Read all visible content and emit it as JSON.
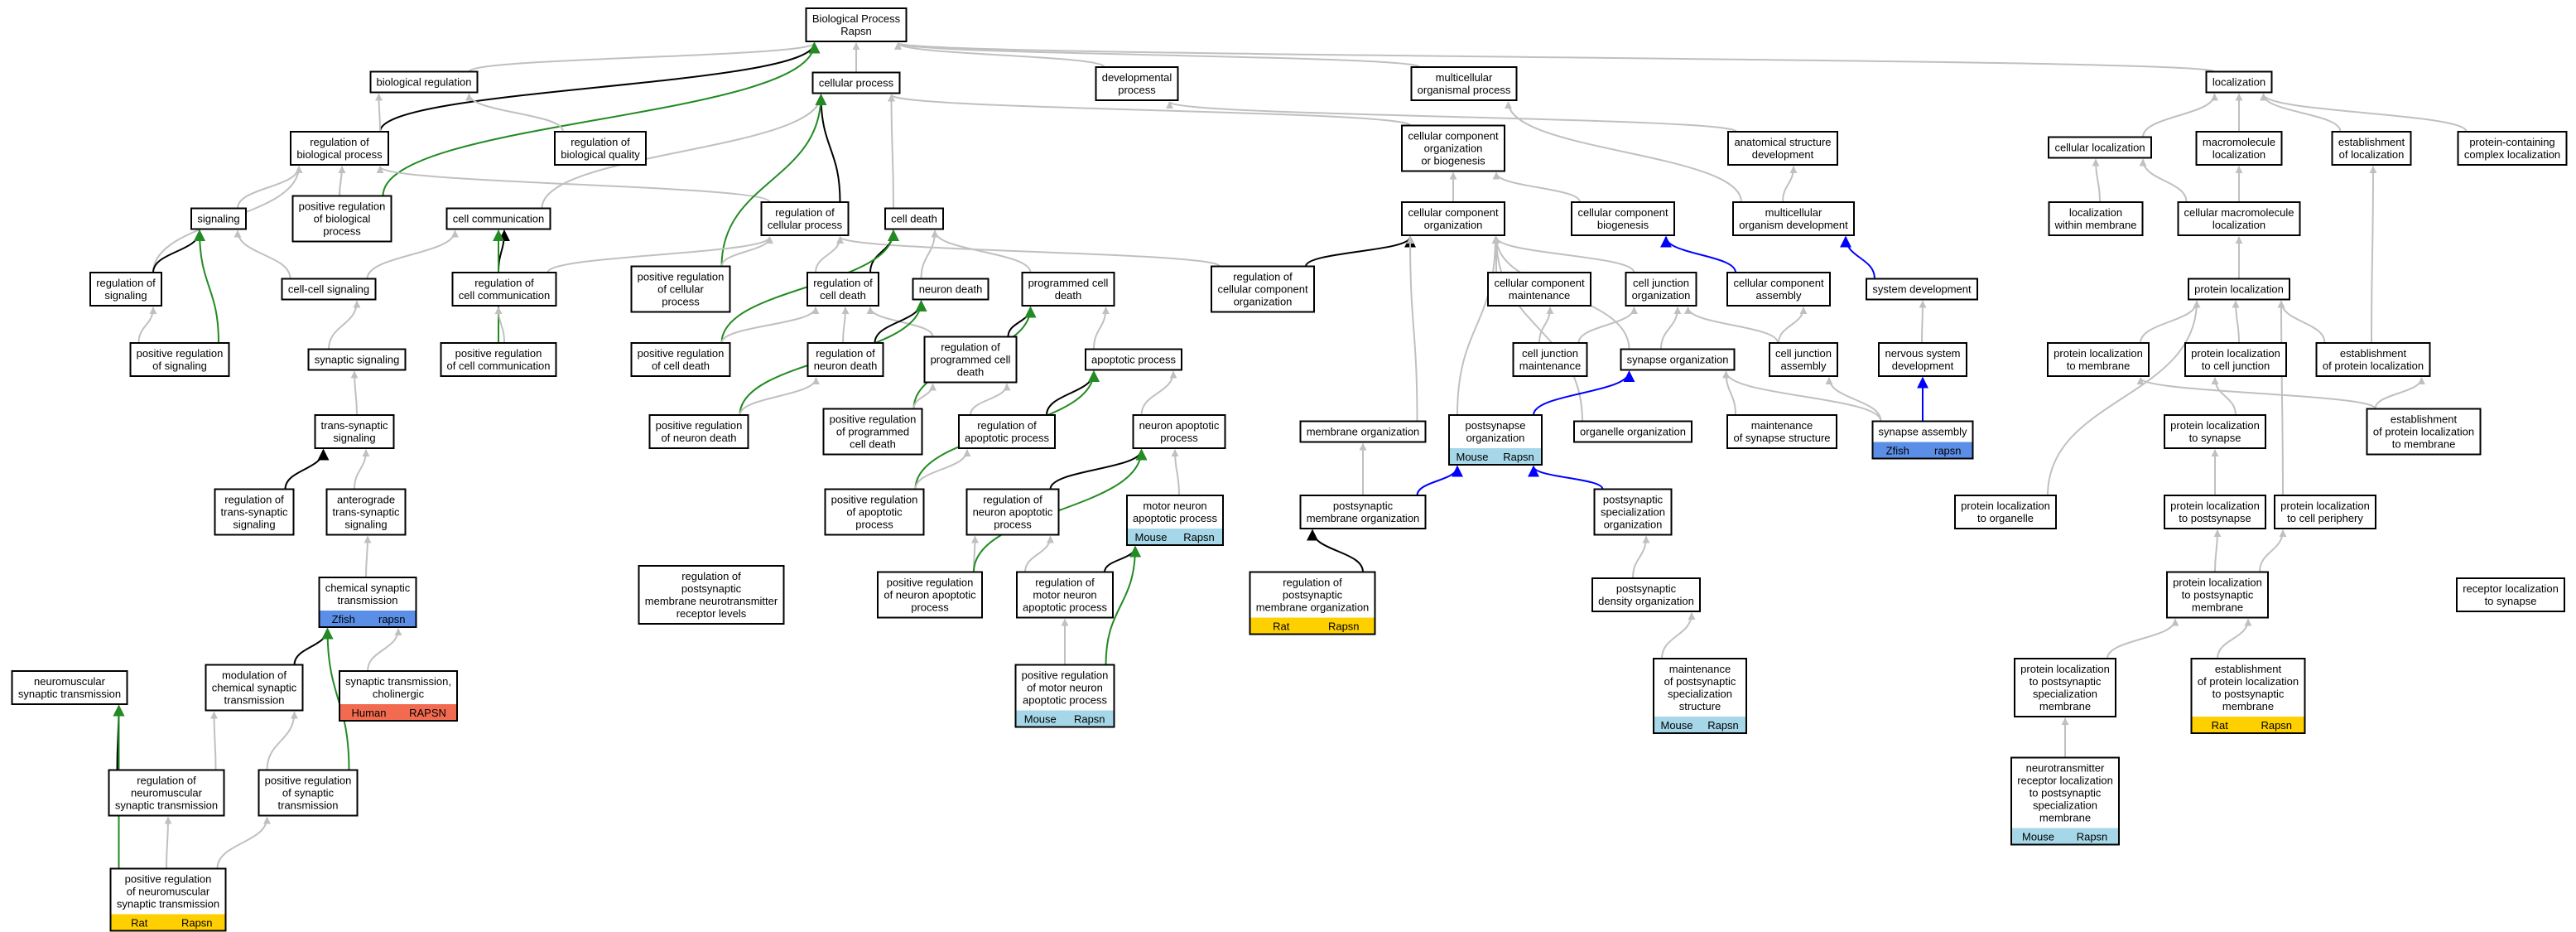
{
  "colors": {
    "grey": "#c0c0c0",
    "black": "#000000",
    "green": "#228b22",
    "blue": "#0000ff",
    "Zfish": "#5b8ee6",
    "Human": "#f26b50",
    "Rat": "#ffd000",
    "Mouse": "#a6d7e8"
  },
  "nodes": [
    {
      "id": "bp",
      "lines": [
        "Biological Process",
        "Rapsn"
      ]
    },
    {
      "id": "biological_regulation",
      "lines": [
        "biological regulation"
      ]
    },
    {
      "id": "cellular_process",
      "lines": [
        "cellular process"
      ]
    },
    {
      "id": "developmental_process",
      "lines": [
        "developmental",
        "process"
      ]
    },
    {
      "id": "multicellular_organismal_process",
      "lines": [
        "multicellular",
        "organismal process"
      ]
    },
    {
      "id": "localization",
      "lines": [
        "localization"
      ]
    },
    {
      "id": "regulation_of_biological_process",
      "lines": [
        "regulation of",
        "biological process"
      ]
    },
    {
      "id": "regulation_of_biological_quality",
      "lines": [
        "regulation of",
        "biological quality"
      ]
    },
    {
      "id": "cellular_component_organization_or_biogenesis",
      "lines": [
        "cellular component",
        "organization",
        "or biogenesis"
      ]
    },
    {
      "id": "anatomical_structure_development",
      "lines": [
        "anatomical structure",
        "development"
      ]
    },
    {
      "id": "cellular_localization",
      "lines": [
        "cellular localization"
      ]
    },
    {
      "id": "macromolecule_localization",
      "lines": [
        "macromolecule",
        "localization"
      ]
    },
    {
      "id": "establishment_of_localization",
      "lines": [
        "establishment",
        "of localization"
      ]
    },
    {
      "id": "protein_containing_complex_localization",
      "lines": [
        "protein-containing",
        "complex localization"
      ]
    },
    {
      "id": "signaling",
      "lines": [
        "signaling"
      ]
    },
    {
      "id": "positive_regulation_of_biological_process",
      "lines": [
        "positive regulation",
        "of biological",
        "process"
      ]
    },
    {
      "id": "cell_communication",
      "lines": [
        "cell communication"
      ]
    },
    {
      "id": "regulation_of_cellular_process",
      "lines": [
        "regulation of",
        "cellular process"
      ]
    },
    {
      "id": "cell_death",
      "lines": [
        "cell death"
      ]
    },
    {
      "id": "cellular_component_organization",
      "lines": [
        "cellular component",
        "organization"
      ]
    },
    {
      "id": "cellular_component_biogenesis",
      "lines": [
        "cellular component",
        "biogenesis"
      ]
    },
    {
      "id": "multicellular_organism_development",
      "lines": [
        "multicellular",
        "organism development"
      ]
    },
    {
      "id": "localization_within_membrane",
      "lines": [
        "localization",
        "within membrane"
      ]
    },
    {
      "id": "cellular_macromolecule_localization",
      "lines": [
        "cellular macromolecule",
        "localization"
      ]
    },
    {
      "id": "regulation_of_signaling",
      "lines": [
        "regulation of",
        "signaling"
      ]
    },
    {
      "id": "cell_cell_signaling",
      "lines": [
        "cell-cell signaling"
      ]
    },
    {
      "id": "regulation_of_cell_communication",
      "lines": [
        "regulation of",
        "cell communication"
      ]
    },
    {
      "id": "positive_regulation_of_cellular_process",
      "lines": [
        "positive regulation",
        "of cellular",
        "process"
      ]
    },
    {
      "id": "regulation_of_cell_death",
      "lines": [
        "regulation of",
        "cell death"
      ]
    },
    {
      "id": "neuron_death",
      "lines": [
        "neuron death"
      ]
    },
    {
      "id": "programmed_cell_death",
      "lines": [
        "programmed cell",
        "death"
      ]
    },
    {
      "id": "regulation_of_cellular_component_organization",
      "lines": [
        "regulation of",
        "cellular component",
        "organization"
      ]
    },
    {
      "id": "cellular_component_maintenance",
      "lines": [
        "cellular component",
        "maintenance"
      ]
    },
    {
      "id": "cell_junction_organization",
      "lines": [
        "cell junction",
        "organization"
      ]
    },
    {
      "id": "cellular_component_assembly",
      "lines": [
        "cellular component",
        "assembly"
      ]
    },
    {
      "id": "system_development",
      "lines": [
        "system development"
      ]
    },
    {
      "id": "protein_localization",
      "lines": [
        "protein localization"
      ]
    },
    {
      "id": "positive_regulation_of_signaling",
      "lines": [
        "positive regulation",
        "of signaling"
      ]
    },
    {
      "id": "synaptic_signaling",
      "lines": [
        "synaptic signaling"
      ]
    },
    {
      "id": "positive_regulation_of_cell_communication",
      "lines": [
        "positive regulation",
        "of cell communication"
      ]
    },
    {
      "id": "positive_regulation_of_cell_death",
      "lines": [
        "positive regulation",
        "of cell death"
      ]
    },
    {
      "id": "regulation_of_neuron_death",
      "lines": [
        "regulation of",
        "neuron death"
      ]
    },
    {
      "id": "regulation_of_programmed_cell_death",
      "lines": [
        "regulation of",
        "programmed cell",
        "death"
      ]
    },
    {
      "id": "apoptotic_process",
      "lines": [
        "apoptotic process"
      ]
    },
    {
      "id": "cell_junction_maintenance",
      "lines": [
        "cell junction",
        "maintenance"
      ]
    },
    {
      "id": "synapse_organization",
      "lines": [
        "synapse organization"
      ]
    },
    {
      "id": "cell_junction_assembly",
      "lines": [
        "cell junction",
        "assembly"
      ]
    },
    {
      "id": "nervous_system_development",
      "lines": [
        "nervous system",
        "development"
      ]
    },
    {
      "id": "protein_localization_to_membrane",
      "lines": [
        "protein localization",
        "to membrane"
      ]
    },
    {
      "id": "protein_localization_to_cell_junction",
      "lines": [
        "protein localization",
        "to cell junction"
      ]
    },
    {
      "id": "establishment_of_protein_localization",
      "lines": [
        "establishment",
        "of protein localization"
      ]
    },
    {
      "id": "trans_synaptic_signaling",
      "lines": [
        "trans-synaptic",
        "signaling"
      ]
    },
    {
      "id": "positive_regulation_of_neuron_death",
      "lines": [
        "positive regulation",
        "of neuron death"
      ]
    },
    {
      "id": "positive_regulation_of_programmed_cell_death",
      "lines": [
        "positive regulation",
        "of programmed",
        "cell death"
      ]
    },
    {
      "id": "regulation_of_apoptotic_process",
      "lines": [
        "regulation of",
        "apoptotic process"
      ]
    },
    {
      "id": "neuron_apoptotic_process",
      "lines": [
        "neuron apoptotic",
        "process"
      ]
    },
    {
      "id": "membrane_organization",
      "lines": [
        "membrane organization"
      ]
    },
    {
      "id": "postsynapse_organization",
      "lines": [
        "postsynapse",
        "organization"
      ],
      "tags": [
        "Mouse",
        "Rapsn"
      ]
    },
    {
      "id": "organelle_organization",
      "lines": [
        "organelle organization"
      ]
    },
    {
      "id": "maintenance_of_synapse_structure",
      "lines": [
        "maintenance",
        "of synapse structure"
      ]
    },
    {
      "id": "synapse_assembly",
      "lines": [
        "synapse assembly"
      ],
      "tags": [
        "Zfish",
        "rapsn"
      ]
    },
    {
      "id": "protein_localization_to_synapse",
      "lines": [
        "protein localization",
        "to synapse"
      ]
    },
    {
      "id": "establishment_of_protein_localization_to_membrane",
      "lines": [
        "establishment",
        "of protein localization",
        "to membrane"
      ]
    },
    {
      "id": "regulation_of_trans_synaptic_signaling",
      "lines": [
        "regulation of",
        "trans-synaptic",
        "signaling"
      ]
    },
    {
      "id": "anterograde_trans_synaptic_signaling",
      "lines": [
        "anterograde",
        "trans-synaptic",
        "signaling"
      ]
    },
    {
      "id": "positive_regulation_of_apoptotic_process",
      "lines": [
        "positive regulation",
        "of apoptotic",
        "process"
      ]
    },
    {
      "id": "regulation_of_neuron_apoptotic_process",
      "lines": [
        "regulation of",
        "neuron apoptotic",
        "process"
      ]
    },
    {
      "id": "motor_neuron_apoptotic_process",
      "lines": [
        "motor neuron",
        "apoptotic process"
      ],
      "tags": [
        "Mouse",
        "Rapsn"
      ]
    },
    {
      "id": "postsynaptic_membrane_organization",
      "lines": [
        "postsynaptic",
        "membrane organization"
      ]
    },
    {
      "id": "postsynaptic_specialization_organization",
      "lines": [
        "postsynaptic",
        "specialization",
        "organization"
      ]
    },
    {
      "id": "protein_localization_to_organelle",
      "lines": [
        "protein localization",
        "to organelle"
      ]
    },
    {
      "id": "protein_localization_to_postsynapse",
      "lines": [
        "protein localization",
        "to postsynapse"
      ]
    },
    {
      "id": "protein_localization_to_cell_periphery",
      "lines": [
        "protein localization",
        "to cell periphery"
      ]
    },
    {
      "id": "chemical_synaptic_transmission",
      "lines": [
        "chemical synaptic",
        "transmission"
      ],
      "tags": [
        "Zfish",
        "rapsn"
      ]
    },
    {
      "id": "regulation_of_postsynaptic_membrane_neurotransmitter_receptor_levels",
      "lines": [
        "regulation of",
        "postsynaptic",
        "membrane neurotransmitter",
        "receptor levels"
      ]
    },
    {
      "id": "positive_regulation_of_neuron_apoptotic_process",
      "lines": [
        "positive regulation",
        "of neuron apoptotic",
        "process"
      ]
    },
    {
      "id": "regulation_of_motor_neuron_apoptotic_process",
      "lines": [
        "regulation of",
        "motor neuron",
        "apoptotic process"
      ]
    },
    {
      "id": "regulation_of_postsynaptic_membrane_organization",
      "lines": [
        "regulation of",
        "postsynaptic",
        "membrane organization"
      ],
      "tags": [
        "Rat",
        "Rapsn"
      ]
    },
    {
      "id": "postsynaptic_density_organization",
      "lines": [
        "postsynaptic",
        "density organization"
      ]
    },
    {
      "id": "protein_localization_to_postsynaptic_membrane",
      "lines": [
        "protein localization",
        "to postsynaptic",
        "membrane"
      ]
    },
    {
      "id": "receptor_localization_to_synapse",
      "lines": [
        "receptor localization",
        "to synapse"
      ]
    },
    {
      "id": "neuromuscular_synaptic_transmission",
      "lines": [
        "neuromuscular",
        "synaptic transmission"
      ]
    },
    {
      "id": "modulation_of_chemical_synaptic_transmission",
      "lines": [
        "modulation of",
        "chemical synaptic",
        "transmission"
      ]
    },
    {
      "id": "synaptic_transmission_cholinergic",
      "lines": [
        "synaptic transmission,",
        "cholinergic"
      ],
      "tags": [
        "Human",
        "RAPSN"
      ]
    },
    {
      "id": "positive_regulation_of_motor_neuron_apoptotic_process",
      "lines": [
        "positive regulation",
        "of motor neuron",
        "apoptotic process"
      ],
      "tags": [
        "Mouse",
        "Rapsn"
      ]
    },
    {
      "id": "maintenance_of_postsynaptic_specialization_structure",
      "lines": [
        "maintenance",
        "of postsynaptic",
        "specialization",
        "structure"
      ],
      "tags": [
        "Mouse",
        "Rapsn"
      ]
    },
    {
      "id": "protein_localization_to_postsynaptic_specialization_membrane",
      "lines": [
        "protein localization",
        "to postsynaptic",
        "specialization",
        "membrane"
      ]
    },
    {
      "id": "establishment_of_protein_localization_to_postsynaptic_membrane",
      "lines": [
        "establishment",
        "of protein localization",
        "to postsynaptic",
        "membrane"
      ],
      "tags": [
        "Rat",
        "Rapsn"
      ]
    },
    {
      "id": "regulation_of_neuromuscular_synaptic_transmission",
      "lines": [
        "regulation of",
        "neuromuscular",
        "synaptic transmission"
      ]
    },
    {
      "id": "positive_regulation_of_synaptic_transmission",
      "lines": [
        "positive regulation",
        "of synaptic",
        "transmission"
      ]
    },
    {
      "id": "neurotransmitter_receptor_localization_to_postsynaptic_specialization_membrane",
      "lines": [
        "neurotransmitter",
        "receptor localization",
        "to postsynaptic",
        "specialization",
        "membrane"
      ],
      "tags": [
        "Mouse",
        "Rapsn"
      ]
    },
    {
      "id": "positive_regulation_of_neuromuscular_synaptic_transmission",
      "lines": [
        "positive regulation",
        "of neuromuscular",
        "synaptic transmission"
      ],
      "tags": [
        "Rat",
        "Rapsn"
      ]
    }
  ]
}
